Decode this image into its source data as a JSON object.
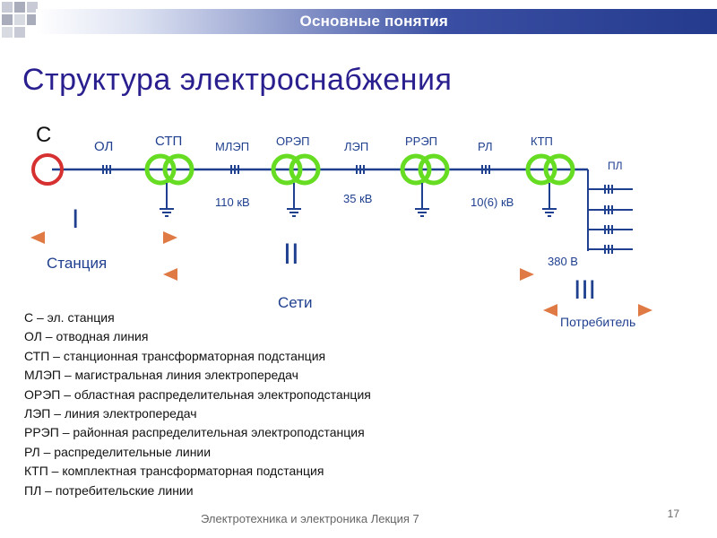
{
  "header": {
    "title": "Основные понятия"
  },
  "slide_title": "Структура  электроснабжения",
  "diagram": {
    "labels": {
      "station": "С",
      "ol": "ОЛ",
      "stp": "СТП",
      "mlep": "МЛЭП",
      "orep": "ОРЭП",
      "lep": "ЛЭП",
      "rrep": "РРЭП",
      "rl": "РЛ",
      "ktp": "КТП",
      "pl": "ПЛ"
    },
    "voltages": {
      "mlep": "110 кВ",
      "lep": "35 кВ",
      "rl": "10(6) кВ",
      "consumer": "380 В"
    },
    "zones": {
      "station_num": "I",
      "station_label": "Станция",
      "networks_num": "II",
      "networks_label": "Сети",
      "consumer_num": "III",
      "consumer_label": "Потребитель"
    },
    "colors": {
      "station_circle": "#d63030",
      "transformer": "#66dd22",
      "line": "#1f3f8f",
      "arrow": "#e88f5c"
    }
  },
  "legend": [
    "С – эл. станция",
    "ОЛ – отводная линия",
    "СТП – станционная трансформаторная подстанция",
    "МЛЭП – магистральная линия электропередач",
    "ОРЭП – областная распределительная электроподстанция",
    "ЛЭП – линия электропередач",
    "РРЭП – районная распределительная электроподстанция",
    "РЛ – распределительные линии",
    "КТП – комплектная трансформаторная подстанция",
    "ПЛ – потребительские линии"
  ],
  "footer": {
    "text": "Электротехника и электроника  Лекция 7",
    "page": "17"
  }
}
